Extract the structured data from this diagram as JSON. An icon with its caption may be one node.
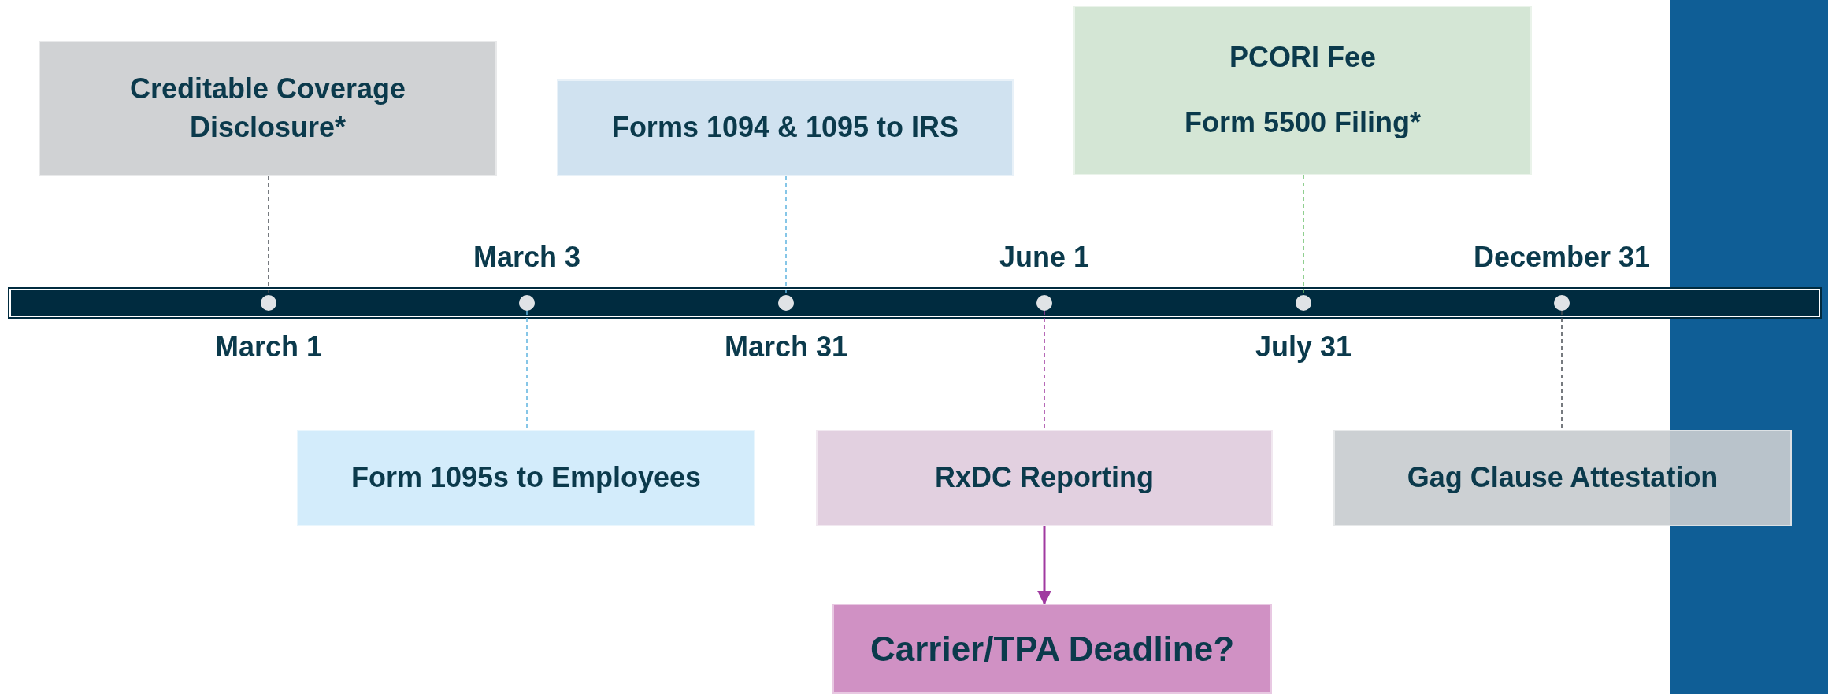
{
  "diagram": {
    "nodes": [
      {
        "text": [
          "Creditable Coverage Disclosure*"
        ]
      },
      {
        "text": [
          "Forms 1094 & 1095 to IRS"
        ]
      },
      {
        "text": [
          "PCORI Fee",
          "Form 5500 Filing*"
        ]
      },
      {
        "text": [
          "Form 1095s to Employees"
        ]
      },
      {
        "text": [
          "RxDC Reporting"
        ]
      },
      {
        "text": [
          "Gag Clause Attestation"
        ]
      },
      {
        "text": [
          "Carrier/TPA Deadline?"
        ]
      },
      {
        "text": [],
        "shape": "circle",
        "beside": [
          "March 1"
        ]
      },
      {
        "text": [],
        "shape": "circle",
        "beside": [
          "March 3"
        ]
      },
      {
        "text": [],
        "shape": "circle",
        "beside": [
          "March 31"
        ]
      },
      {
        "text": [],
        "shape": "circle",
        "beside": [
          "June 1"
        ]
      },
      {
        "text": [],
        "shape": "circle",
        "beside": [
          "July 31"
        ]
      },
      {
        "text": [],
        "shape": "circle",
        "beside": [
          "December 31"
        ]
      },
      {
        "text": [],
        "shape": "bar"
      }
    ],
    "edges": [
      {
        "from": 0,
        "to": 7,
        "arrow": "none",
        "style": "dashed"
      },
      {
        "from": 8,
        "to": 3,
        "arrow": "none",
        "style": "dashed",
        "color": "#5fb4e0"
      },
      {
        "from": 1,
        "to": 9,
        "arrow": "none",
        "style": "dashed",
        "color": "#5fb4e0"
      },
      {
        "from": 10,
        "to": 4,
        "arrow": "none",
        "style": "dashed",
        "color": "#a03aa0"
      },
      {
        "from": 2,
        "to": 11,
        "arrow": "none",
        "style": "dashed",
        "color": "#6cc06c"
      },
      {
        "from": 12,
        "to": 5,
        "arrow": "none",
        "style": "dashed"
      },
      {
        "from": 4,
        "to": 6,
        "arrow": "to",
        "color": "#a03aa0"
      }
    ]
  }
}
